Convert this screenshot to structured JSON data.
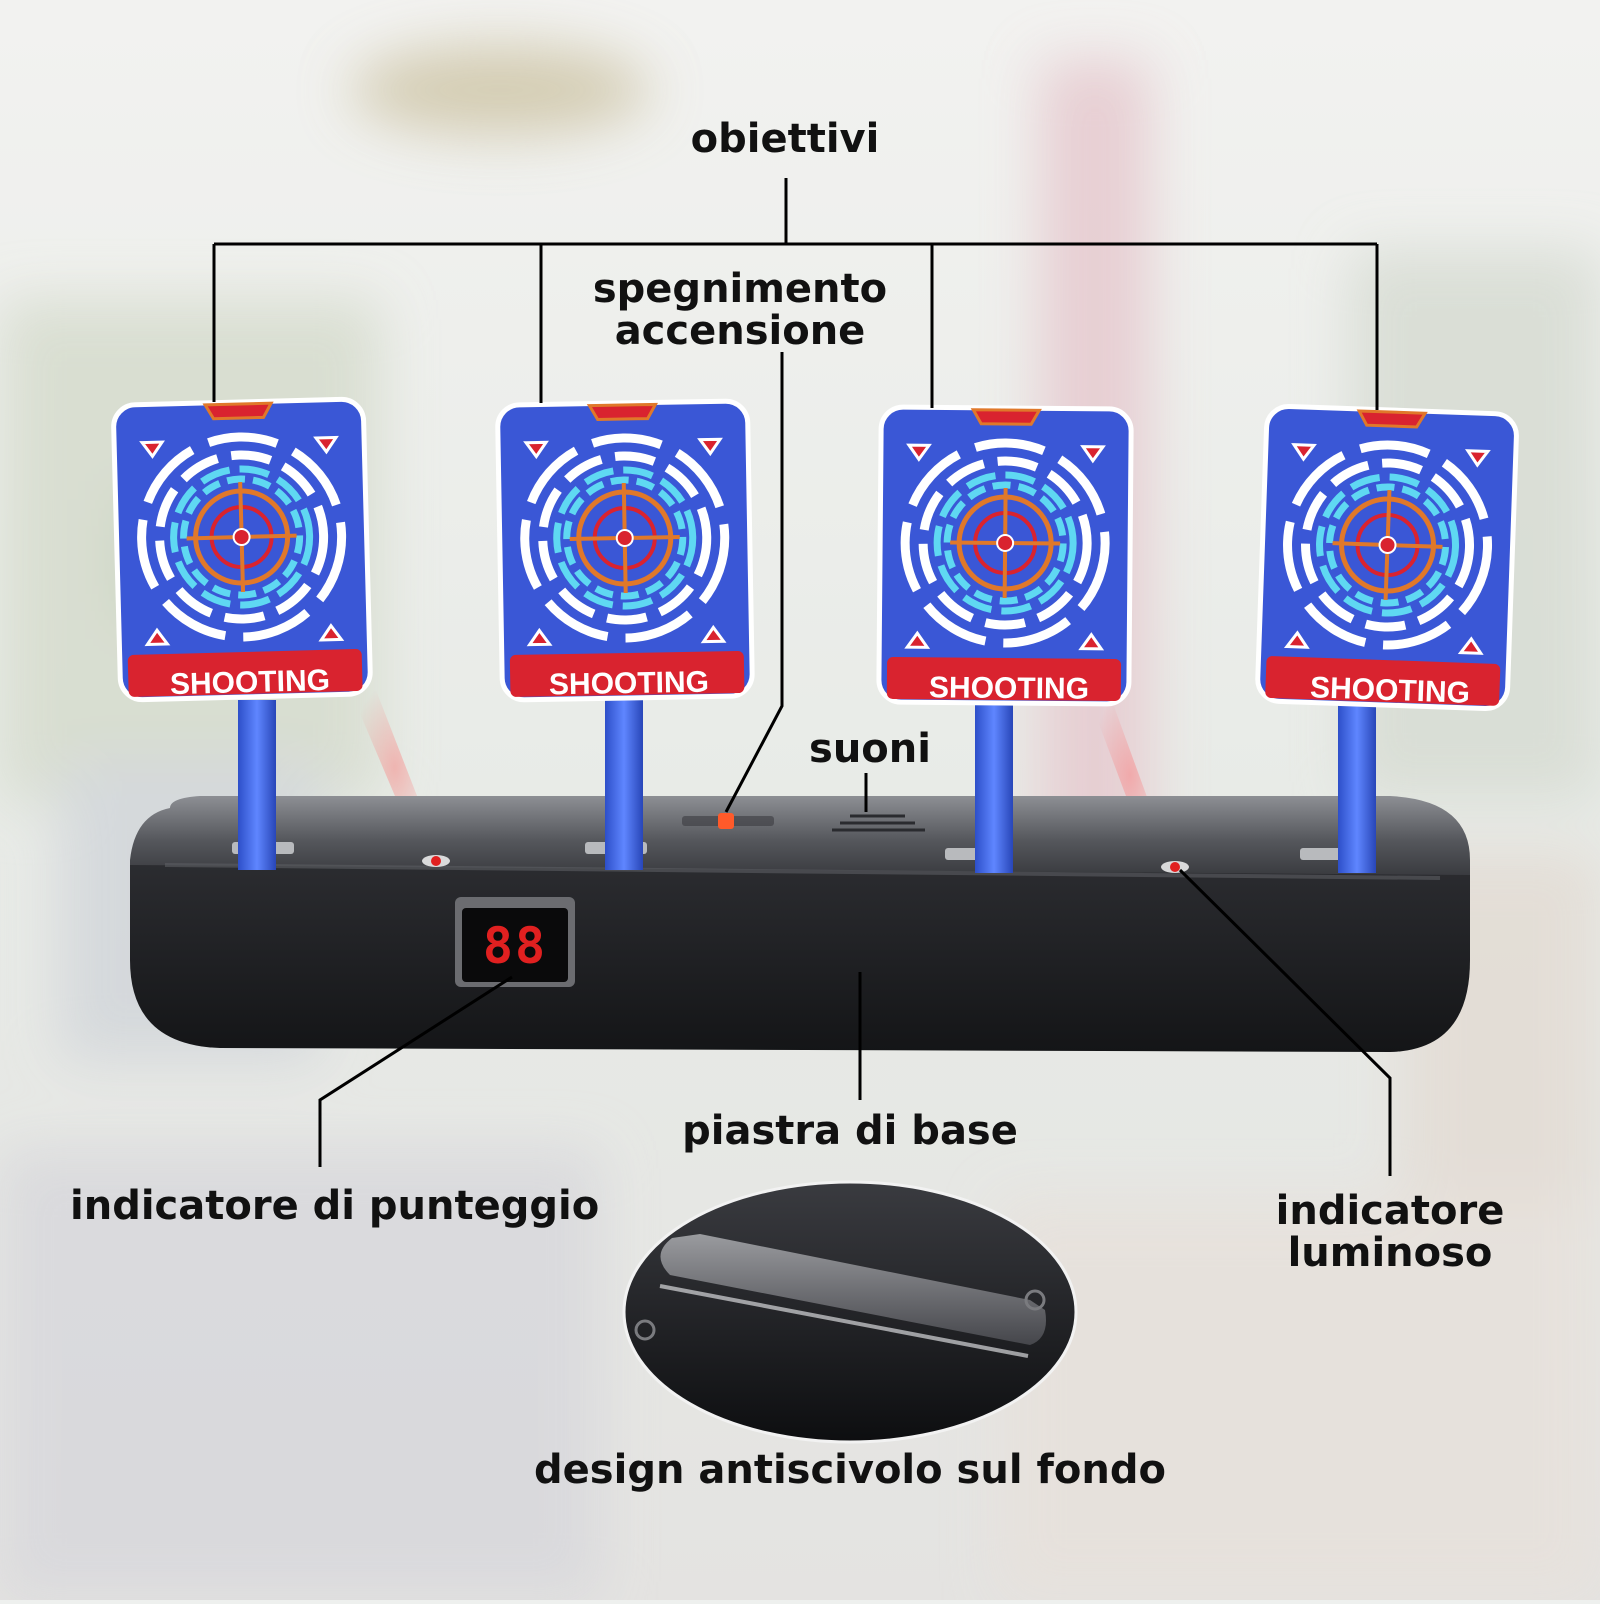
{
  "labels": {
    "targets": "obiettivi",
    "power_line1": "spegnimento",
    "power_line2": "accensione",
    "sounds": "suoni",
    "base_plate": "piastra di base",
    "score_indicator": "indicatore di punteggio",
    "light_indicator_line1": "indicatore",
    "light_indicator_line2": "luminoso",
    "non_slip": "design antiscivolo sul fondo"
  },
  "target_caption": "SHOOTING",
  "score_display": "88",
  "colors": {
    "target_blue": "#3a57d6",
    "target_red": "#d9232f",
    "cyan": "#5fd8f2",
    "orange": "#e0782a",
    "base_black": "#1c1d20",
    "led_red": "#e02020"
  }
}
